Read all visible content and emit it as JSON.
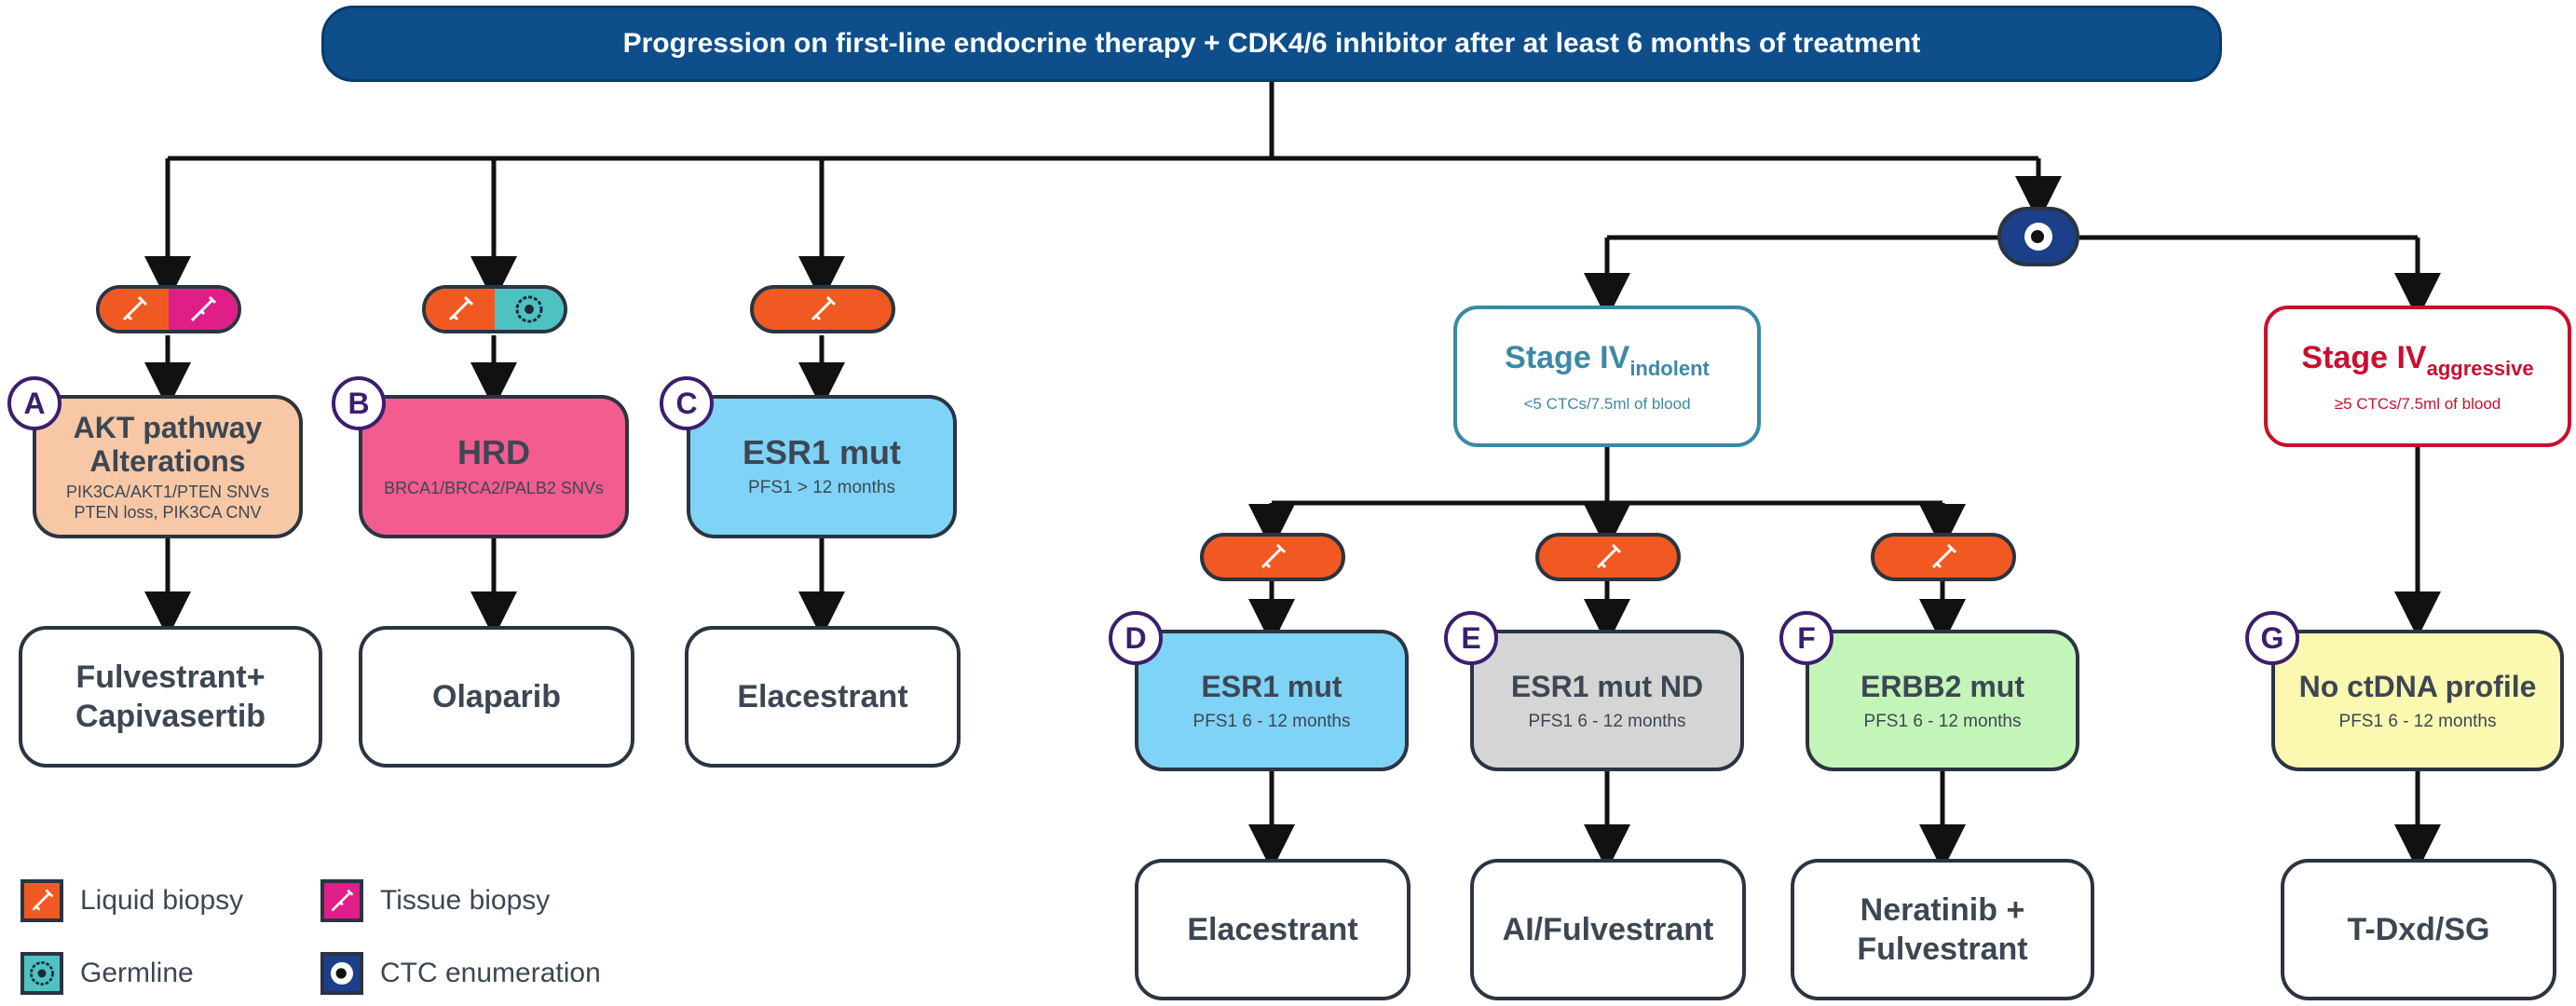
{
  "header": {
    "title": "Progression on first-line endocrine therapy + CDK4/6 inhibitor after at least 6 months of treatment"
  },
  "colors": {
    "liquid_biopsy": "#f05a22",
    "tissue_biopsy": "#e01e87",
    "germline": "#4ec2c3",
    "ctc_enumeration": "#1c3f8a",
    "banner": "#0d4e8b",
    "akt": "#f8c8a6",
    "hrd": "#f25c8f",
    "esr1": "#7fd3f7",
    "esr1_nd": "#d5d5d5",
    "erbb2": "#c3f5b8",
    "no_ctdna": "#fbf8b0",
    "stage_indolent": "#3c88a6",
    "stage_aggressive": "#c8102e"
  },
  "stages": {
    "indolent": {
      "title": "Stage IV",
      "sub": "indolent",
      "detail": "<5 CTCs/7.5ml of blood"
    },
    "aggressive": {
      "title": "Stage IV",
      "sub": "aggressive",
      "detail": "≥5 CTCs/7.5ml of blood"
    }
  },
  "nodes": {
    "A": {
      "letter": "A",
      "title": "AKT pathway Alterations",
      "detail": "PIK3CA/AKT1/PTEN SNVs PTEN loss, PIK3CA CNV",
      "treatment": "Fulvestrant+ Capivasertib"
    },
    "B": {
      "letter": "B",
      "title": "HRD",
      "detail": "BRCA1/BRCA2/PALB2 SNVs",
      "treatment": "Olaparib"
    },
    "C": {
      "letter": "C",
      "title": "ESR1 mut",
      "detail": "PFS1 > 12 months",
      "treatment": "Elacestrant"
    },
    "D": {
      "letter": "D",
      "title": "ESR1 mut",
      "detail": "PFS1  6 - 12 months",
      "treatment": "Elacestrant"
    },
    "E": {
      "letter": "E",
      "title": "ESR1 mut ND",
      "detail": "PFS1  6 - 12 months",
      "treatment": "AI/Fulvestrant"
    },
    "F": {
      "letter": "F",
      "title": "ERBB2 mut",
      "detail": "PFS1  6 - 12 months",
      "treatment": "Neratinib + Fulvestrant"
    },
    "G": {
      "letter": "G",
      "title": "No ctDNA profile",
      "detail": "PFS1  6 - 12 months",
      "treatment": "T-Dxd/SG"
    }
  },
  "legend": {
    "liquid_biopsy": "Liquid biopsy",
    "tissue_biopsy": "Tissue biopsy",
    "germline": "Germline",
    "ctc_enumeration": "CTC enumeration"
  },
  "icons": {
    "liquid_biopsy": "blood-tube-icon",
    "tissue_biopsy": "biopsy-needle-icon",
    "germline": "cell-icon",
    "ctc_enumeration": "ctc-eye-icon"
  }
}
